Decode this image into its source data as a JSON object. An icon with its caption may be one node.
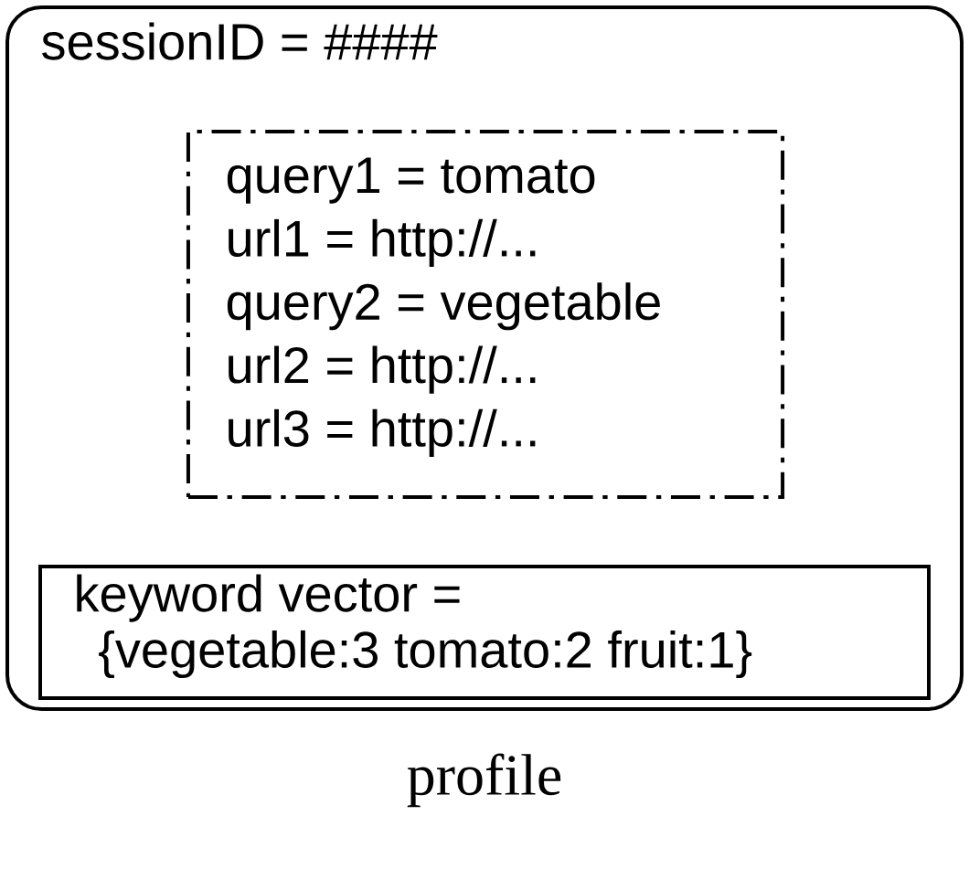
{
  "diagram": {
    "nodes": [
      {
        "text": [
          "sessionID = ####"
        ],
        "beside": [
          "profile"
        ]
      },
      {
        "text": [
          "query1 = tomato",
          "url1 = http://...",
          "query2 = vegetable",
          "url2 = http://...",
          "url3 = http://..."
        ],
        "in": 0
      },
      {
        "text": [
          "keyword vector =",
          "{vegetable:3 tomato:2 fruit:1}"
        ],
        "in": 0
      }
    ]
  }
}
